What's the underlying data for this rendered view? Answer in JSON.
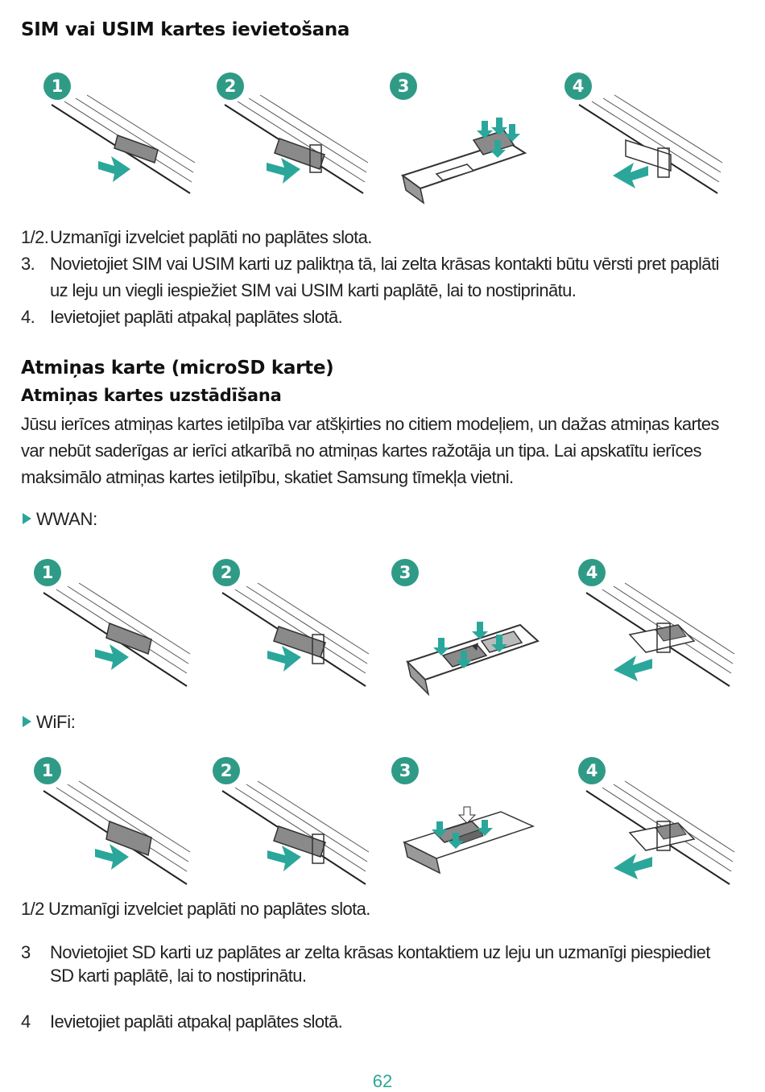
{
  "sim_section": {
    "title": "SIM vai USIM kartes ievietošana",
    "steps": [
      "1",
      "2",
      "3",
      "4"
    ],
    "instructions": [
      {
        "num": "1/2.",
        "text": "Uzmanīgi izvelciet paplāti no paplātes slota."
      },
      {
        "num": "3.",
        "text": "Novietojiet SIM vai USIM karti uz paliktņa tā, lai zelta krāsas kontakti būtu vērsti pret paplāti uz leju un viegli iespiežiet SIM vai USIM karti paplātē, lai to nostiprinātu."
      },
      {
        "num": "4.",
        "text": "Ievietojiet paplāti atpakaļ paplātes slotā."
      }
    ]
  },
  "memory_section": {
    "title": "Atmiņas karte (microSD karte)",
    "subtitle": "Atmiņas kartes uzstādīšana",
    "intro": "Jūsu ierīces atmiņas kartes ietilpība var atšķirties no citiem modeļiem, un dažas atmiņas kartes var nebūt saderīgas ar ierīci atkarībā no atmiņas kartes ražotāja un tipa. Lai apskatītu ierīces maksimālo atmiņas kartes ietilpību, skatiet Samsung tīmekļa vietni.",
    "wwan_label": "WWAN:",
    "wifi_label": "WiFi:",
    "steps": [
      "1",
      "2",
      "3",
      "4"
    ],
    "instructions": [
      {
        "num": "1/2",
        "text": "Uzmanīgi izvelciet paplāti no paplātes slota."
      },
      {
        "num": "3",
        "text": "Novietojiet SD karti uz paplātes ar zelta krāsas kontaktiem uz leju un uzmanīgi piespiediet SD karti paplātē, lai to nostiprinātu."
      },
      {
        "num": "4",
        "text": "Ievietojiet paplāti atpakaļ paplātes slotā."
      }
    ]
  },
  "page_number": "62",
  "colors": {
    "accent": "#2f9b86",
    "arrow": "#2aa79a",
    "line": "#222222",
    "tray": "#8a8a8a"
  }
}
